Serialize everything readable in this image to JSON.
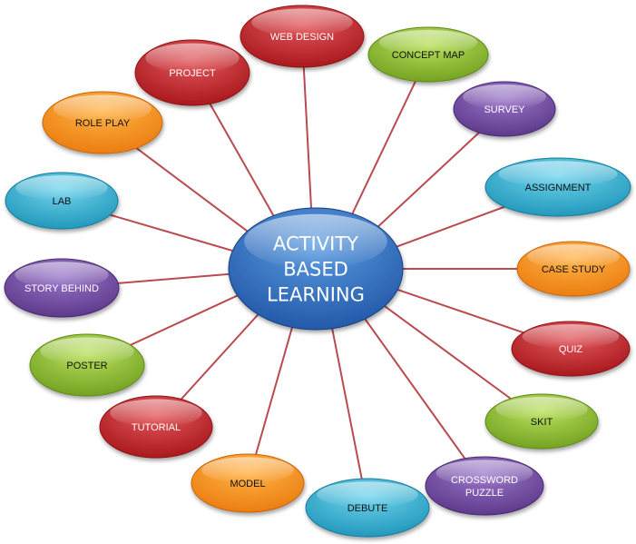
{
  "center": {
    "lines": [
      "ACTIVITY",
      "BASED",
      "LEARNING"
    ],
    "color": "#2f6fc2"
  },
  "nodes": [
    {
      "label": [
        "WEB DESIGN"
      ],
      "color": "red"
    },
    {
      "label": [
        "CONCEPT MAP"
      ],
      "color": "green"
    },
    {
      "label": [
        "SURVEY"
      ],
      "color": "purple"
    },
    {
      "label": [
        "ASSIGNMENT"
      ],
      "color": "cyan"
    },
    {
      "label": [
        "CASE STUDY"
      ],
      "color": "orange"
    },
    {
      "label": [
        "QUIZ"
      ],
      "color": "red"
    },
    {
      "label": [
        "SKIT"
      ],
      "color": "green"
    },
    {
      "label": [
        "CROSSWORD",
        "PUZZLE"
      ],
      "color": "purple"
    },
    {
      "label": [
        "DEBUTE"
      ],
      "color": "cyan"
    },
    {
      "label": [
        "MODEL"
      ],
      "color": "orange"
    },
    {
      "label": [
        "TUTORIAL"
      ],
      "color": "red"
    },
    {
      "label": [
        "POSTER"
      ],
      "color": "green"
    },
    {
      "label": [
        "STORY BEHIND"
      ],
      "color": "purple"
    },
    {
      "label": [
        "LAB"
      ],
      "color": "cyan"
    },
    {
      "label": [
        "ROLE PLAY"
      ],
      "color": "orange"
    },
    {
      "label": [
        "PROJECT"
      ],
      "color": "red"
    }
  ],
  "palette": {
    "red": {
      "hi": "#e2585c",
      "lo": "#a51419",
      "edge": "#8f1216"
    },
    "green": {
      "hi": "#b9e05c",
      "lo": "#6f9e1e",
      "edge": "#5f8a17"
    },
    "purple": {
      "hi": "#9a76c9",
      "lo": "#5a3587",
      "edge": "#4a2a72"
    },
    "cyan": {
      "hi": "#6fd3ec",
      "lo": "#1d94b8",
      "edge": "#167e9e"
    },
    "orange": {
      "hi": "#ffb347",
      "lo": "#ea7a0c",
      "edge": "#c9660a"
    },
    "blue": {
      "hi": "#5b9be0",
      "lo": "#1f55a6",
      "edge": "#173f7d"
    }
  },
  "connector_color": "#b94a4f"
}
